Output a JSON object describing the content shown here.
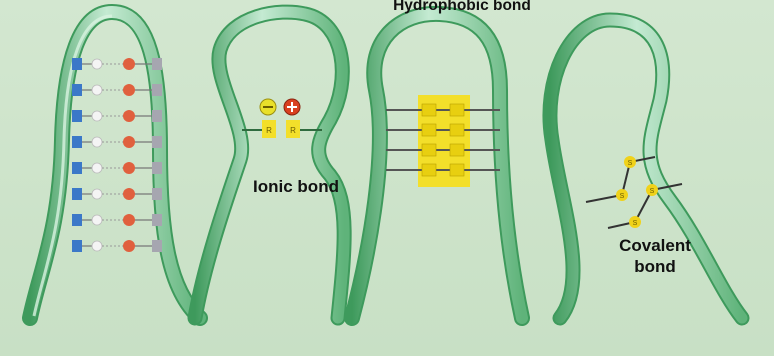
{
  "labels": {
    "hydrophobic": "Hydrophobic bond",
    "ionic": "Ionic bond",
    "covalent_line1": "Covalent",
    "covalent_line2": "bond"
  },
  "colors": {
    "background": "#cfe3cc",
    "ribbon_light": "#bfe5cc",
    "ribbon_dark": "#3e9a5c",
    "hydrophobic_box": "#f3df2a",
    "ionic_negative": "#e9e02a",
    "ionic_positive": "#d9401f",
    "sulfur": "#f0d21a",
    "hbond_blue": "#3b78c8",
    "hbond_red": "#e0603e"
  },
  "icons": {
    "negative_charge": "minus",
    "positive_charge": "plus"
  }
}
